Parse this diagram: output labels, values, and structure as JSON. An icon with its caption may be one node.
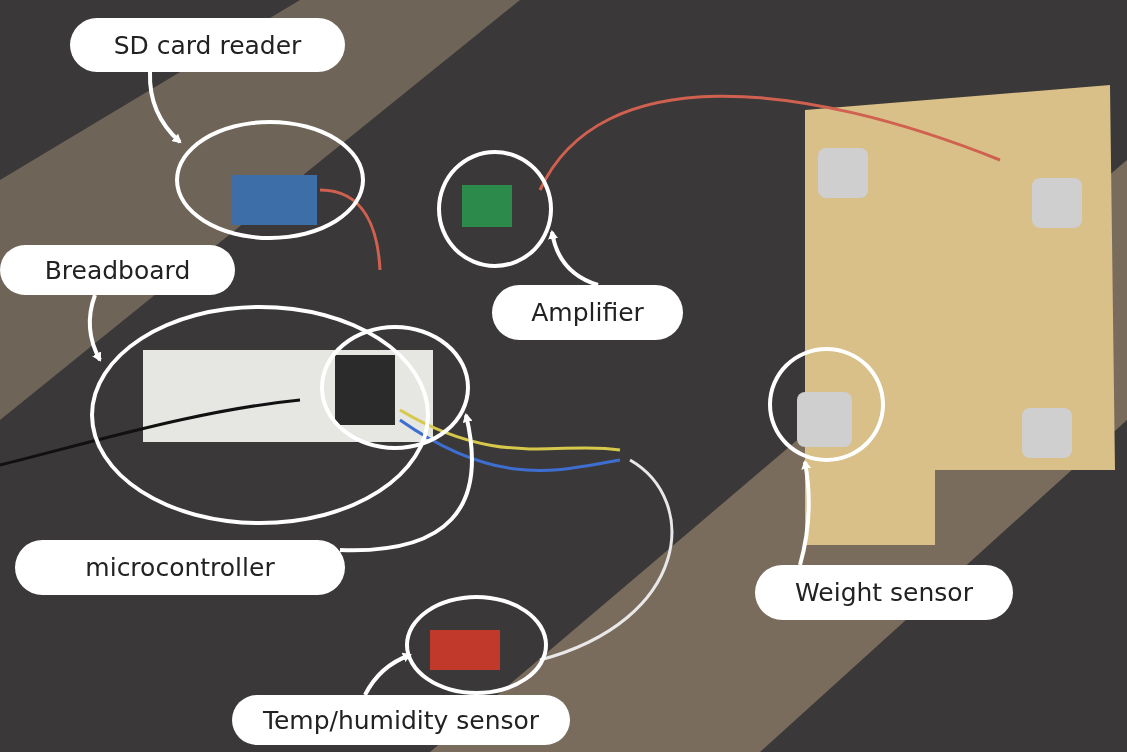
{
  "diagram": {
    "nodes": [
      {
        "text": [
          "SD card reader"
        ]
      },
      {
        "text": [],
        "shape": "circle"
      },
      {
        "text": [
          "Breadboard"
        ]
      },
      {
        "text": [],
        "shape": "circle"
      },
      {
        "text": [],
        "shape": "circle"
      },
      {
        "text": [
          "Amplifier"
        ]
      },
      {
        "text": [],
        "shape": "circle"
      },
      {
        "text": [
          "microcontroller"
        ]
      },
      {
        "text": [],
        "shape": "circle"
      },
      {
        "text": [
          "Weight sensor"
        ]
      },
      {
        "text": [],
        "shape": "circle"
      },
      {
        "text": [
          "Temp/humidity sensor"
        ]
      }
    ],
    "edges": [
      {
        "from": 0,
        "to": 1,
        "arrow": "to"
      },
      {
        "from": 2,
        "to": 3,
        "arrow": "to"
      },
      {
        "from": 5,
        "to": 4,
        "arrow": "to"
      },
      {
        "from": 7,
        "to": 6,
        "arrow": "to"
      },
      {
        "from": 9,
        "to": 8,
        "arrow": "to"
      },
      {
        "from": 11,
        "to": 10,
        "arrow": "to"
      }
    ]
  }
}
